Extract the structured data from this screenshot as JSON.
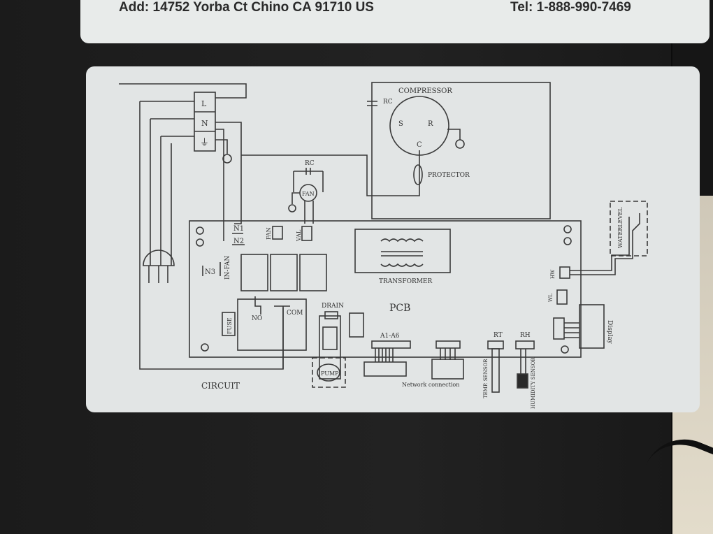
{
  "top_label": {
    "address": "Add: 14752 Yorba Ct Chino CA 91710 US",
    "phone": "Tel: 1-888-990-7469"
  },
  "diagram": {
    "terminals": [
      "L",
      "N",
      "⏚"
    ],
    "compressor": "COMPRESSOR",
    "compressor_pins": [
      "S",
      "R",
      "C"
    ],
    "rc_compressor": "RC",
    "protector": "PROTECTOR",
    "rc_fan": "RC",
    "fan": "FAN",
    "n1": "N1",
    "n2": "N2",
    "n3": "N3",
    "fan_connector": "FAN",
    "val_connector": "VAL",
    "in_fan": "IN-FAN",
    "transformer": "TRANSFORMER",
    "fuse": "FUSE",
    "no": "NO",
    "com": "COM",
    "drain": "DRAIN",
    "pump": "PUMP",
    "pcb": "PCB",
    "a1_a6": "A1-A6",
    "network": "Network connection",
    "rt": "RT",
    "rh": "RH",
    "temp_sensor": "TEMP. SENSOR",
    "humidity_sensor": "HUMIDITY SENSOR",
    "hw": "HW",
    "wl": "WL",
    "water_level": "WATERLEVEL",
    "display": "Display",
    "circuit": "CIRCUIT"
  }
}
